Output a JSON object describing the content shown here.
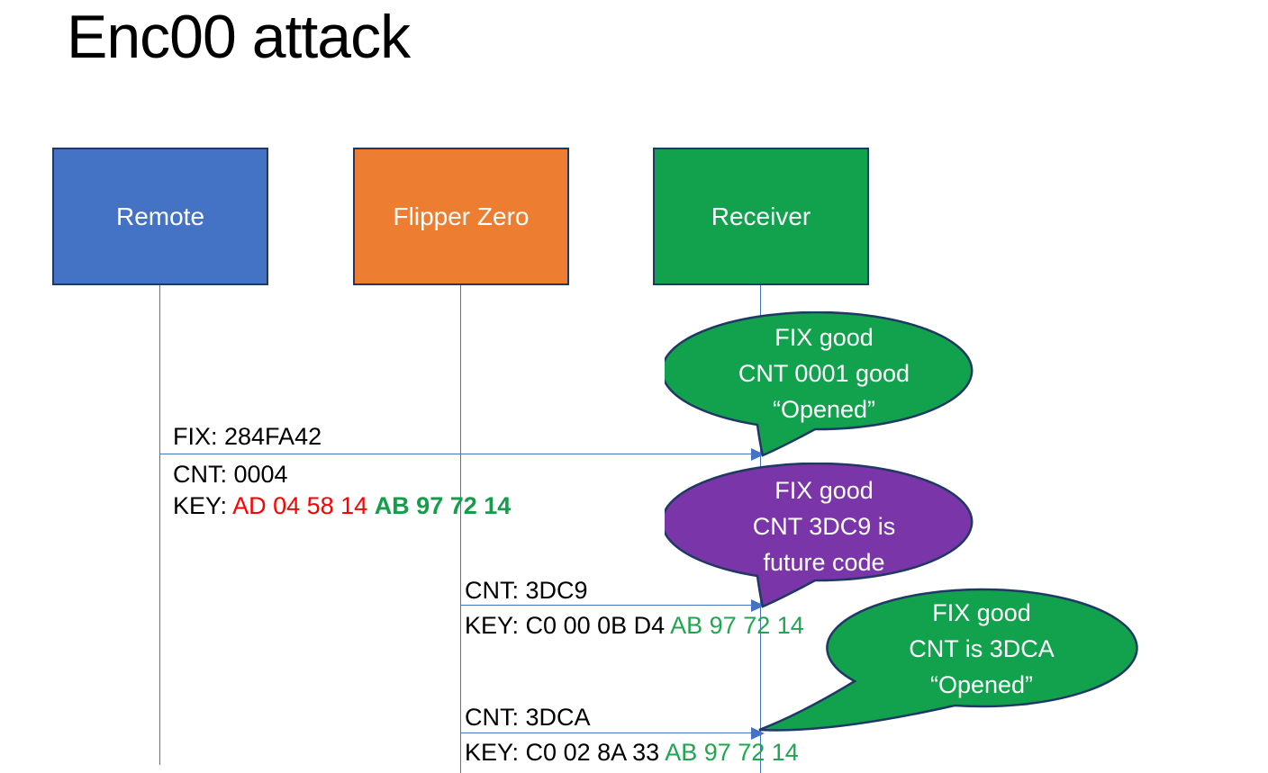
{
  "title": "Enc00 attack",
  "colors": {
    "remote_fill": "#4472C4",
    "flipper_fill": "#ED7D31",
    "receiver_fill": "#12A24E",
    "bubble_green": "#12A24E",
    "bubble_purple": "#7A35A8",
    "outline_navy": "#1F3864",
    "line_blue": "#4472C4",
    "key_red": "#FF0000",
    "key_green_bold": "#169C4B",
    "key_green": "#21A551"
  },
  "actors": [
    {
      "label": "Remote"
    },
    {
      "label": "Flipper Zero"
    },
    {
      "label": "Receiver"
    }
  ],
  "messages": [
    {
      "fix": "FIX: 284FA42",
      "cnt": "CNT: 0004",
      "key_prefix": "KEY: ",
      "key_red": "AD 04 58 14 ",
      "key_green": "AB 97 72 14"
    },
    {
      "cnt": "CNT: 3DC9",
      "key_prefix": "KEY: ",
      "key_black": "C0 00 0B D4 ",
      "key_green": "AB 97 72 14"
    },
    {
      "cnt": "CNT: 3DCA",
      "key_prefix": "KEY: ",
      "key_black": "C0 02 8A 33 ",
      "key_green": "AB 97 72 14"
    }
  ],
  "bubbles": [
    {
      "lines": [
        "FIX good",
        "CNT 0001 good",
        "“Opened”"
      ]
    },
    {
      "lines": [
        "FIX good",
        "CNT 3DC9 is",
        "future code"
      ]
    },
    {
      "lines": [
        "FIX good",
        "CNT is 3DCA",
        "“Opened”"
      ]
    }
  ]
}
